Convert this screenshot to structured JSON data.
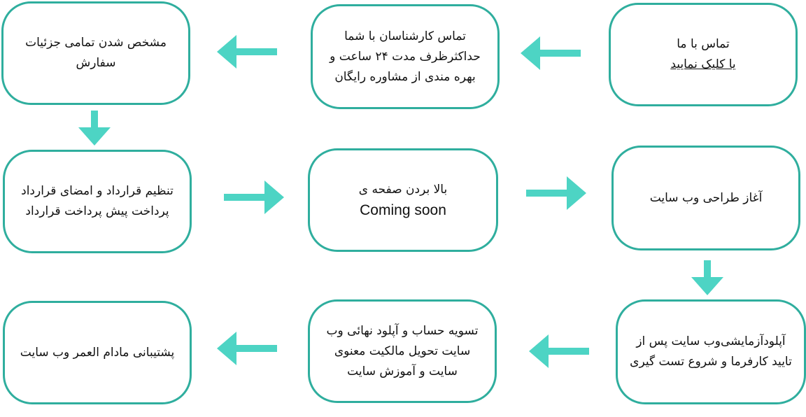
{
  "colors": {
    "box_border": "#2fae9e",
    "arrow_fill": "#4dd4c4",
    "text": "#111111",
    "background": "#ffffff"
  },
  "steps": [
    {
      "lines": [
        "تماس با ما",
        "یا کلیک نمایید"
      ]
    },
    {
      "lines": [
        "تماس کارشناسان با شما",
        "حداکثرظرف مدت ۲۴ ساعت و",
        "بهره مندی از مشاوره رایگان"
      ]
    },
    {
      "lines": [
        "مشخص شدن تمامی جزئیات",
        "سفارش"
      ]
    },
    {
      "lines": [
        "تنظیم قرارداد و امضای قرارداد",
        "پرداخت پیش پرداخت قرارداد"
      ]
    },
    {
      "lines": [
        "بالا بردن صفحه ی",
        "Coming soon"
      ]
    },
    {
      "lines": [
        "آغاز طراحی وب سایت"
      ]
    },
    {
      "lines": [
        "آپلودآزمایشی‌وب سایت پس از",
        "تایید کارفرما و شروع تست گیری"
      ]
    },
    {
      "lines": [
        "تسویه حساب و آپلود نهائی وب",
        "سایت تحویل مالکیت معنوی",
        "سایت و آموزش سایت"
      ]
    },
    {
      "lines": [
        "پشتیبانی مادام العمر وب سایت"
      ]
    }
  ]
}
